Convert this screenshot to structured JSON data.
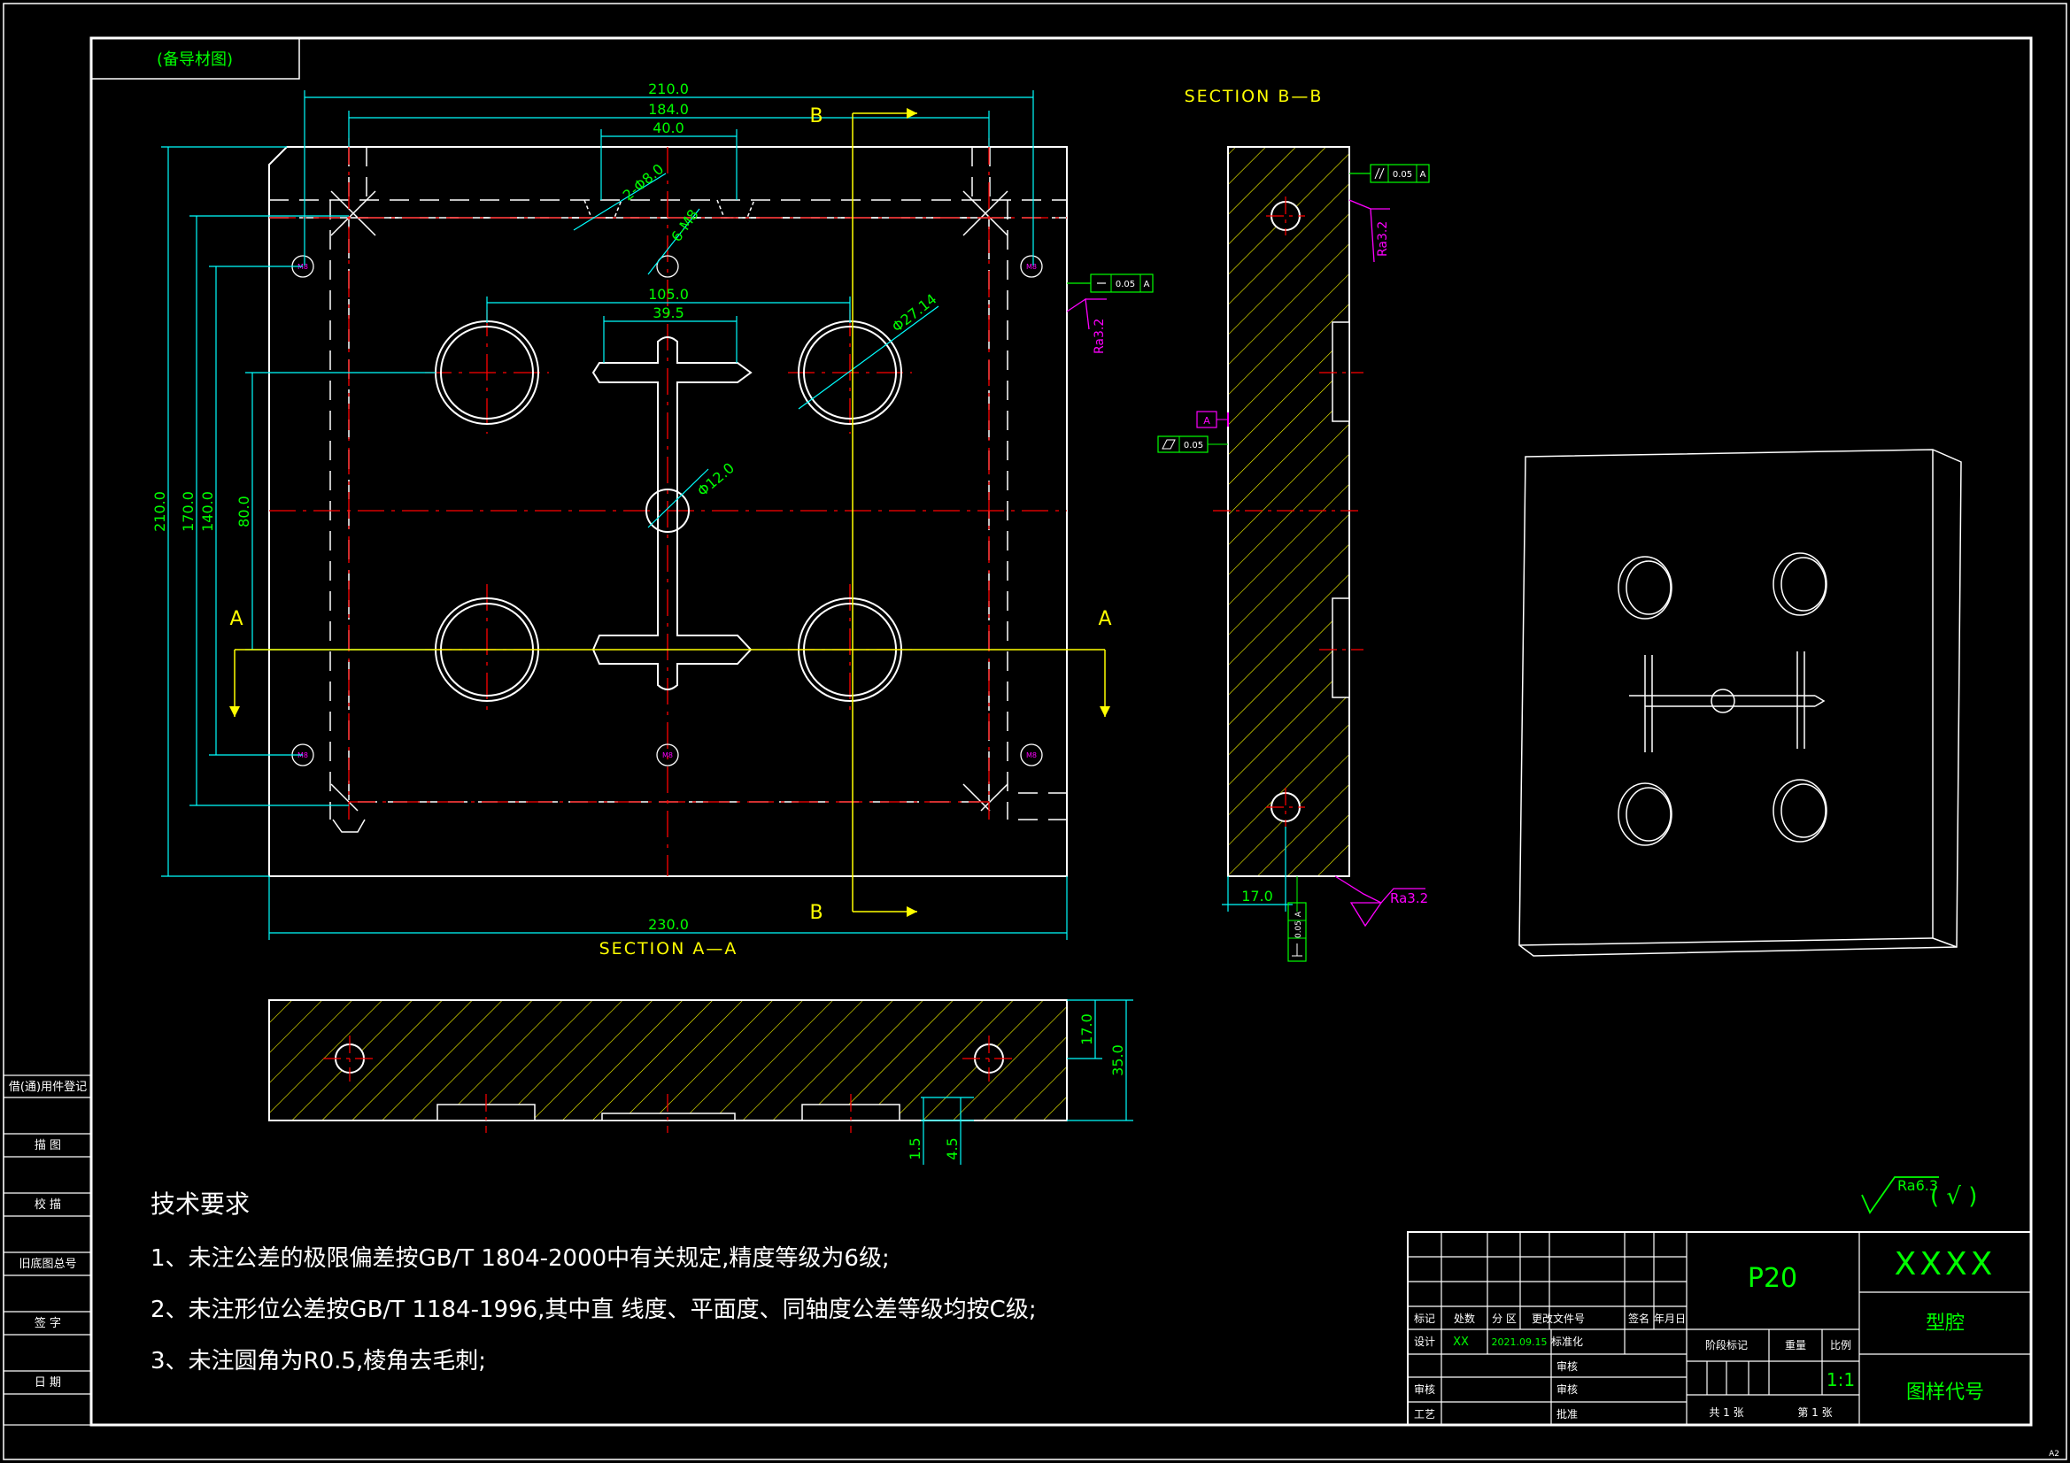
{
  "colors": {
    "background": "#000000",
    "outline": "#ffffff",
    "dimension": "#00ff00",
    "centerline": "#ff0000",
    "hidden": "#ffffff",
    "hatch": "#ffff00",
    "section_label": "#ffff00",
    "cyan": "#00ffff",
    "roughness": "#ff00ff",
    "title_text": "#00ff00"
  },
  "stamp": {
    "label": "(备导材图)"
  },
  "dims": {
    "w210": "210.0",
    "w184": "184.0",
    "w40": "40.0",
    "w105": "105.0",
    "w39_5": "39.5",
    "w230": "230.0",
    "h210": "210.0",
    "h170": "170.0",
    "h140": "140.0",
    "h80": "80.0",
    "d8": "2-Φ8.0",
    "m8": "6-M8",
    "d27": "Φ27.14",
    "d12": "Φ12.0",
    "h17": "17.0",
    "h35": "35.0",
    "d1_5": "1.5",
    "d4_5": "4.5",
    "w17": "17.0"
  },
  "tolerances": {
    "parallel": "0.05",
    "datum": "A",
    "flatness": "0.05",
    "perpendicular": "0.05"
  },
  "roughness": {
    "plan": "Ra3.2",
    "side_top": "Ra3.2",
    "side_bottom": "Ra3.2",
    "general": "Ra6.3",
    "other": "( √ )"
  },
  "sections": {
    "a_a": "SECTION A—A",
    "b_b": "SECTION B—B",
    "cut_a": "A",
    "cut_b": "B",
    "cut_m8": "M8"
  },
  "tech": {
    "title": "技术要求",
    "items": [
      "1、未注公差的极限偏差按GB/T 1804-2000中有关规定,精度等级为6级;",
      "2、未注形位公差按GB/T 1184-1996,其中直 线度、平面度、同轴度公差等级均按C级;",
      "3、未注圆角为R0.5,棱角去毛刺;"
    ]
  },
  "side_labels": [
    "借(通)用件登记",
    "描 图",
    "校 描",
    "旧底图总号",
    "签 字",
    "日 期"
  ],
  "title_block": {
    "material": "P20",
    "name_code": "XXXX",
    "part_name": "型腔",
    "drawing_no": "图样代号",
    "col_headers": [
      "标记",
      "处数",
      "分 区",
      "更改文件号",
      "签名",
      "年月日"
    ],
    "design": "设计",
    "designer": "XX",
    "date": "2021.09.15",
    "standardize": "标准化",
    "review": "审核",
    "process": "工艺",
    "approve": "批准",
    "audit": "审核",
    "checker": "审核",
    "stage_mark": "阶段标记",
    "weight": "重量",
    "scale_label": "比例",
    "scale": "1:1",
    "total": "共 1 张",
    "sheet": "第 1 张"
  },
  "sheet_size": "A2"
}
